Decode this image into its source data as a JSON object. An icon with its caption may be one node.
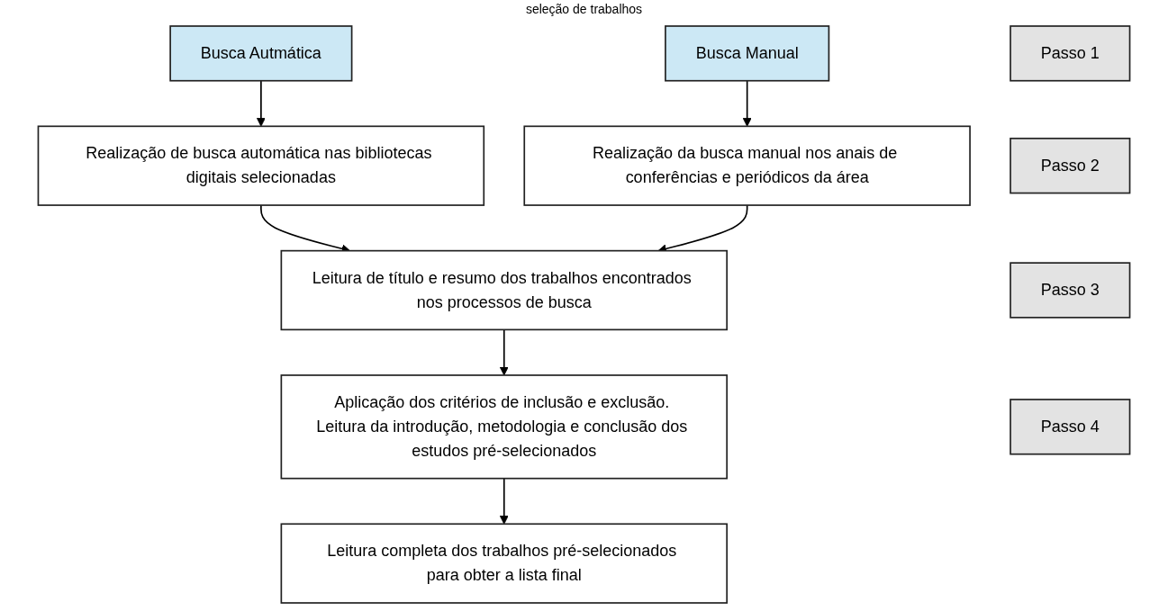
{
  "diagram": {
    "title": "seleção de trabalhos",
    "nodes": [
      {
        "text": [
          "Busca Autmática"
        ]
      },
      {
        "text": [
          "Busca Manual"
        ]
      },
      {
        "text": [
          "Passo 1"
        ]
      },
      {
        "text": [
          "Realização de busca automática nas bibliotecas digitais selecionadas"
        ]
      },
      {
        "text": [
          "Realização da busca manual nos anais de conferências e periódicos da área"
        ]
      },
      {
        "text": [
          "Passo 2"
        ]
      },
      {
        "text": [
          "Leitura de título e resumo dos trabalhos encontrados nos processos de busca"
        ]
      },
      {
        "text": [
          "Passo 3"
        ]
      },
      {
        "text": [
          "Aplicação dos critérios de inclusão e exclusão. Leitura da introdução, metodologia e conclusão dos estudos pré-selecionados"
        ]
      },
      {
        "text": [
          "Passo 4"
        ]
      },
      {
        "text": [
          "Leitura completa dos trabalhos pré-selecionados para obter a lista final"
        ]
      }
    ],
    "edges": [
      {
        "from": 0,
        "to": 3,
        "arrow": "to"
      },
      {
        "from": 1,
        "to": 4,
        "arrow": "to"
      },
      {
        "from": 3,
        "to": 6,
        "arrow": "to"
      },
      {
        "from": 4,
        "to": 6,
        "arrow": "to"
      },
      {
        "from": 6,
        "to": 8,
        "arrow": "to"
      },
      {
        "from": 8,
        "to": 10,
        "arrow": "to"
      }
    ]
  }
}
